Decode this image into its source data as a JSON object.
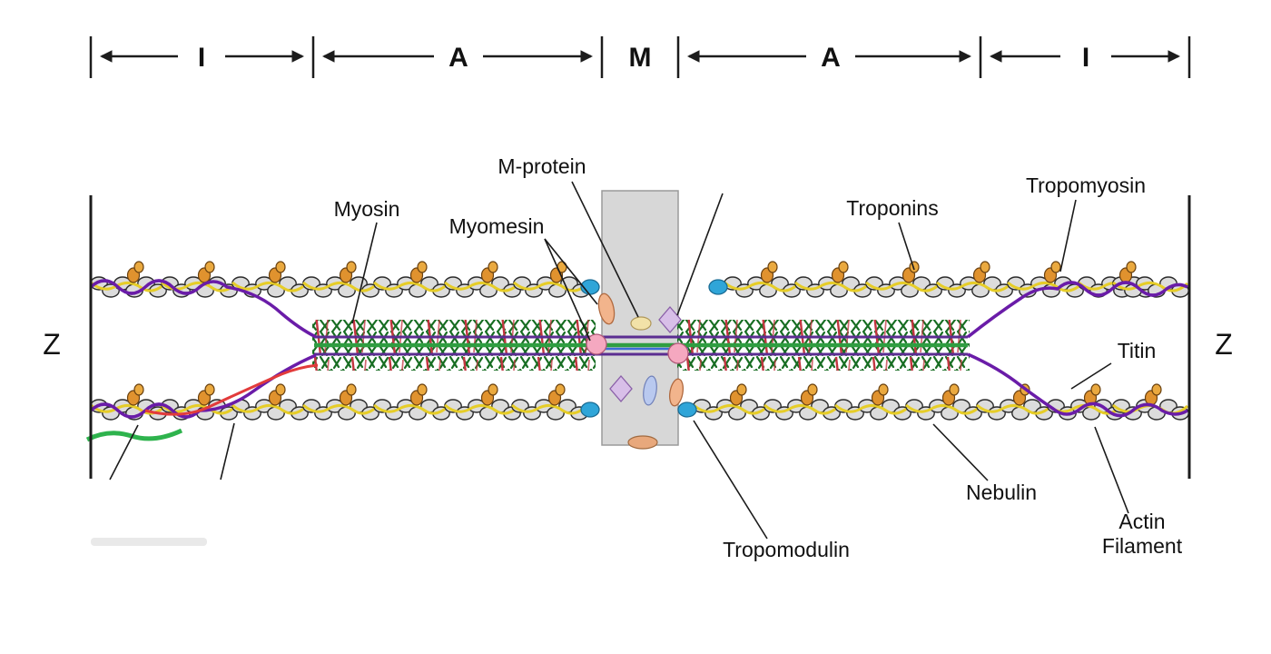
{
  "bands": [
    {
      "label": "I"
    },
    {
      "label": "A"
    },
    {
      "label": "M"
    },
    {
      "label": "A"
    },
    {
      "label": "I"
    }
  ],
  "z_discs": {
    "left": "Z",
    "right": "Z"
  },
  "labels": {
    "myosin": "Myosin",
    "m_protein": "M-protein",
    "myomesin": "Myomesin",
    "troponins": "Troponins",
    "tropomyosin": "Tropomyosin",
    "titin": "Titin",
    "nebulin": "Nebulin",
    "actin_line1": "Actin",
    "actin_line2": "Filament",
    "tropomodulin": "Tropomodulin"
  },
  "colors": {
    "actin_bead_gray": "#dcdcdc",
    "nebulin_yellow": "#e6cd28",
    "troponin_orange": "#e0922e",
    "tropomodulin_blue": "#2fa5d8",
    "myosin_green": "#176d22",
    "titin_purple": "#6a1ca8",
    "titin_red_isoform": "#e23b3b",
    "m_band_gray": "#d7d7d7",
    "myomesin_salmon": "#f2b48c",
    "m_protein_lavender": "#d8bfe8",
    "m_line_pink": "#f5a8c0"
  }
}
